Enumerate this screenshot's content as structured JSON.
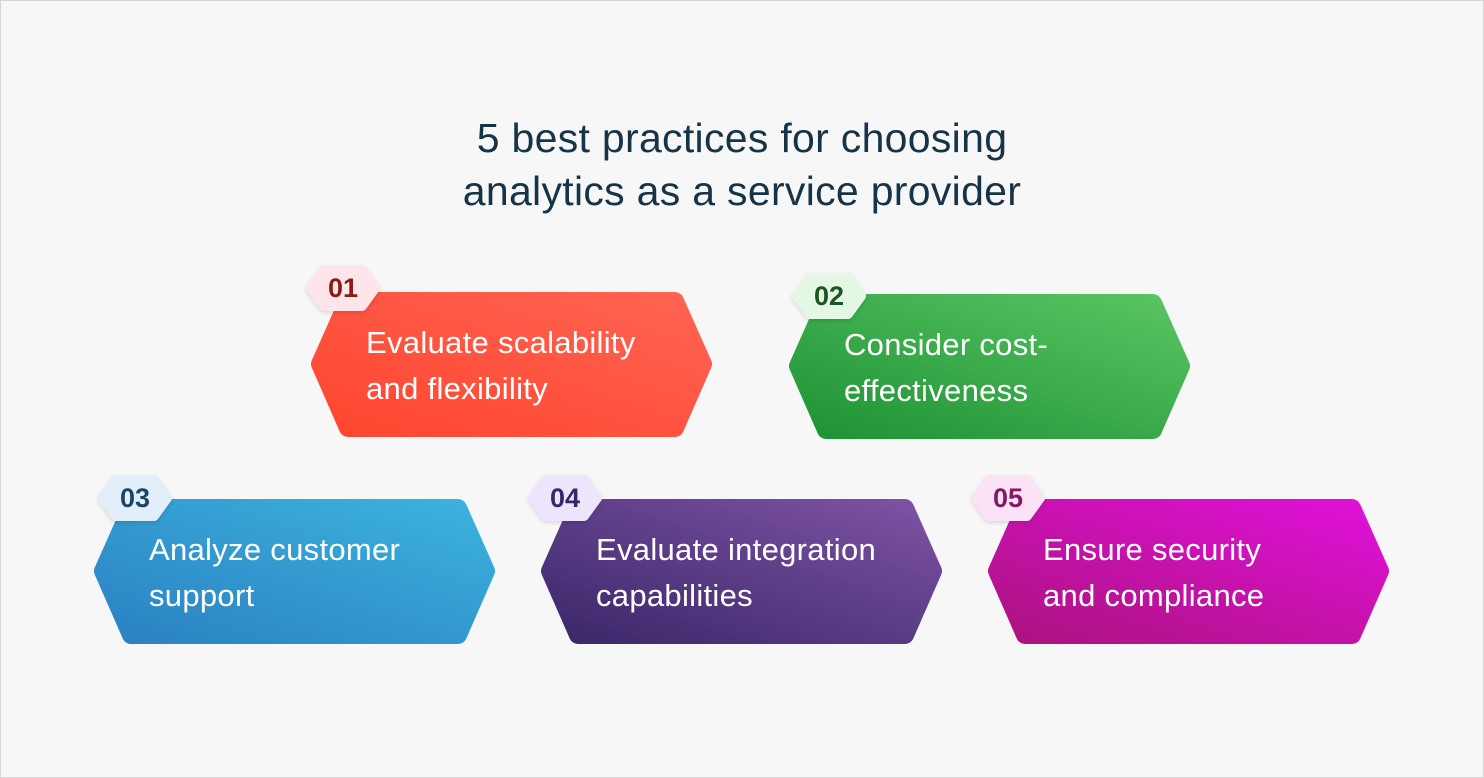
{
  "title_lines": [
    "5 best practices for choosing",
    "analytics as a service provider"
  ],
  "items": [
    {
      "number": "01",
      "lines": [
        "Evaluate scalability",
        "and flexibility"
      ],
      "colors": {
        "from": "#ff4630",
        "to": "#ff6352",
        "badge_bg": "#fde5ea",
        "badge_text": "#8c1b12"
      }
    },
    {
      "number": "02",
      "lines": [
        "Consider cost-",
        "effectiveness"
      ],
      "colors": {
        "from": "#1f9336",
        "to": "#58c461",
        "badge_bg": "#e4f7e5",
        "badge_text": "#1b5524"
      }
    },
    {
      "number": "03",
      "lines": [
        "Analyze customer",
        "support"
      ],
      "colors": {
        "from": "#2b82c3",
        "to": "#3cb2dd",
        "badge_bg": "#e2effb",
        "badge_text": "#1b4566"
      }
    },
    {
      "number": "04",
      "lines": [
        "Evaluate integration",
        "capabilities"
      ],
      "colors": {
        "from": "#3c286b",
        "to": "#7d52a2",
        "badge_bg": "#ece5fb",
        "badge_text": "#35286a"
      }
    },
    {
      "number": "05",
      "lines": [
        "Ensure security",
        "and compliance"
      ],
      "colors": {
        "from": "#ac1380",
        "to": "#e011d8",
        "badge_bg": "#fbe2f5",
        "badge_text": "#851867"
      }
    }
  ]
}
